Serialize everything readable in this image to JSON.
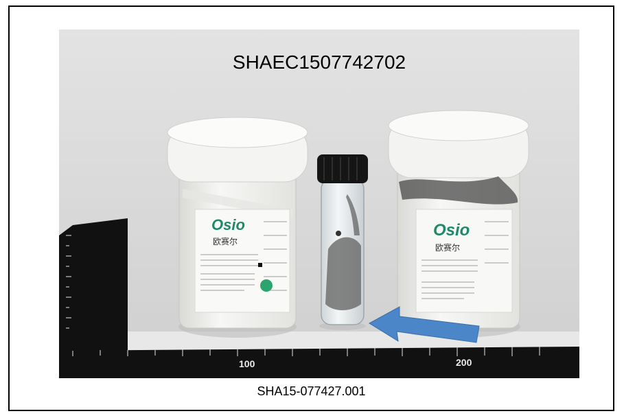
{
  "photo": {
    "sample_id": "SHAEC1507742702",
    "left_jar": {
      "brand": "Osio",
      "brand_cn": "欧赛尔"
    },
    "right_jar": {
      "brand": "Osio",
      "brand_cn": "欧赛尔"
    },
    "ruler_marks": [
      "100",
      "200"
    ]
  },
  "caption": {
    "report_number": "SHA15-077427.001"
  },
  "colors": {
    "background": "#dcdcdc",
    "jar_white": "#f2f2f0",
    "lid_black": "#151515",
    "logo_green": "#1f8a6a",
    "arrow_blue": "#4a86c8",
    "ruler_black": "#111111"
  }
}
